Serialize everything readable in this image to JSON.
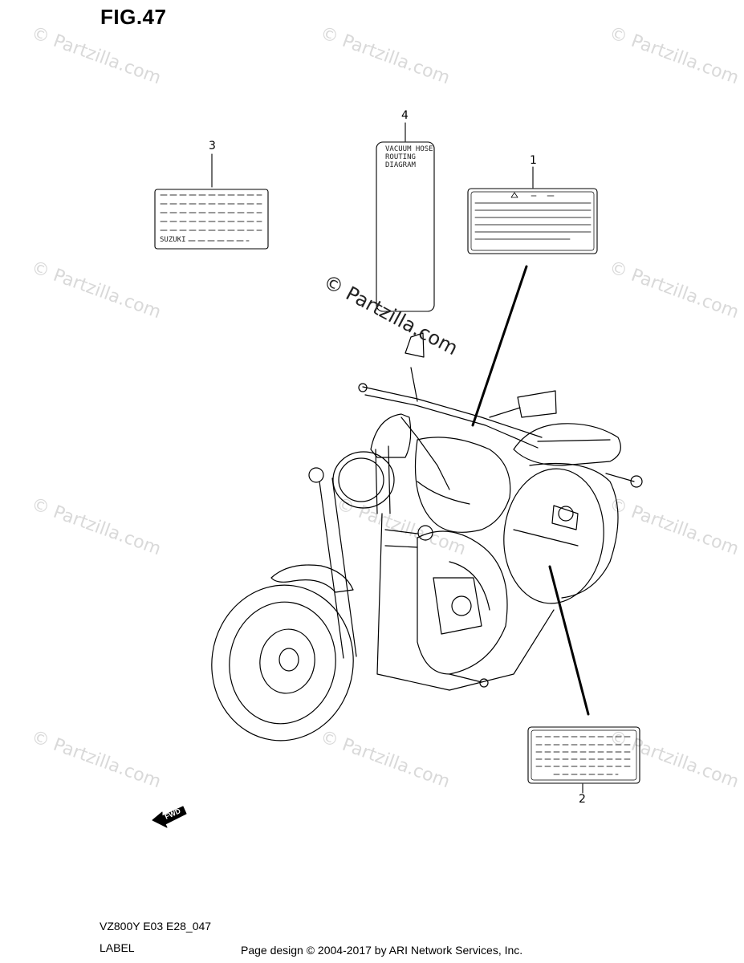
{
  "figure": {
    "title": "FIG.47"
  },
  "watermark": {
    "text": "© Partzilla.com"
  },
  "callouts": {
    "c1": "1",
    "c2": "2",
    "c3": "3",
    "c4": "4"
  },
  "label4": {
    "lines": [
      "VACUUM HOSE",
      "ROUTING",
      "DIAGRAM"
    ]
  },
  "label3": {
    "brand": "SUZUKI"
  },
  "fwd": {
    "text": "FWD"
  },
  "footer": {
    "model_code": "VZ800Y E03 E28_047",
    "section_name": "LABEL",
    "copyright": "Page design © 2004-2017 by ARI Network Services, Inc."
  }
}
